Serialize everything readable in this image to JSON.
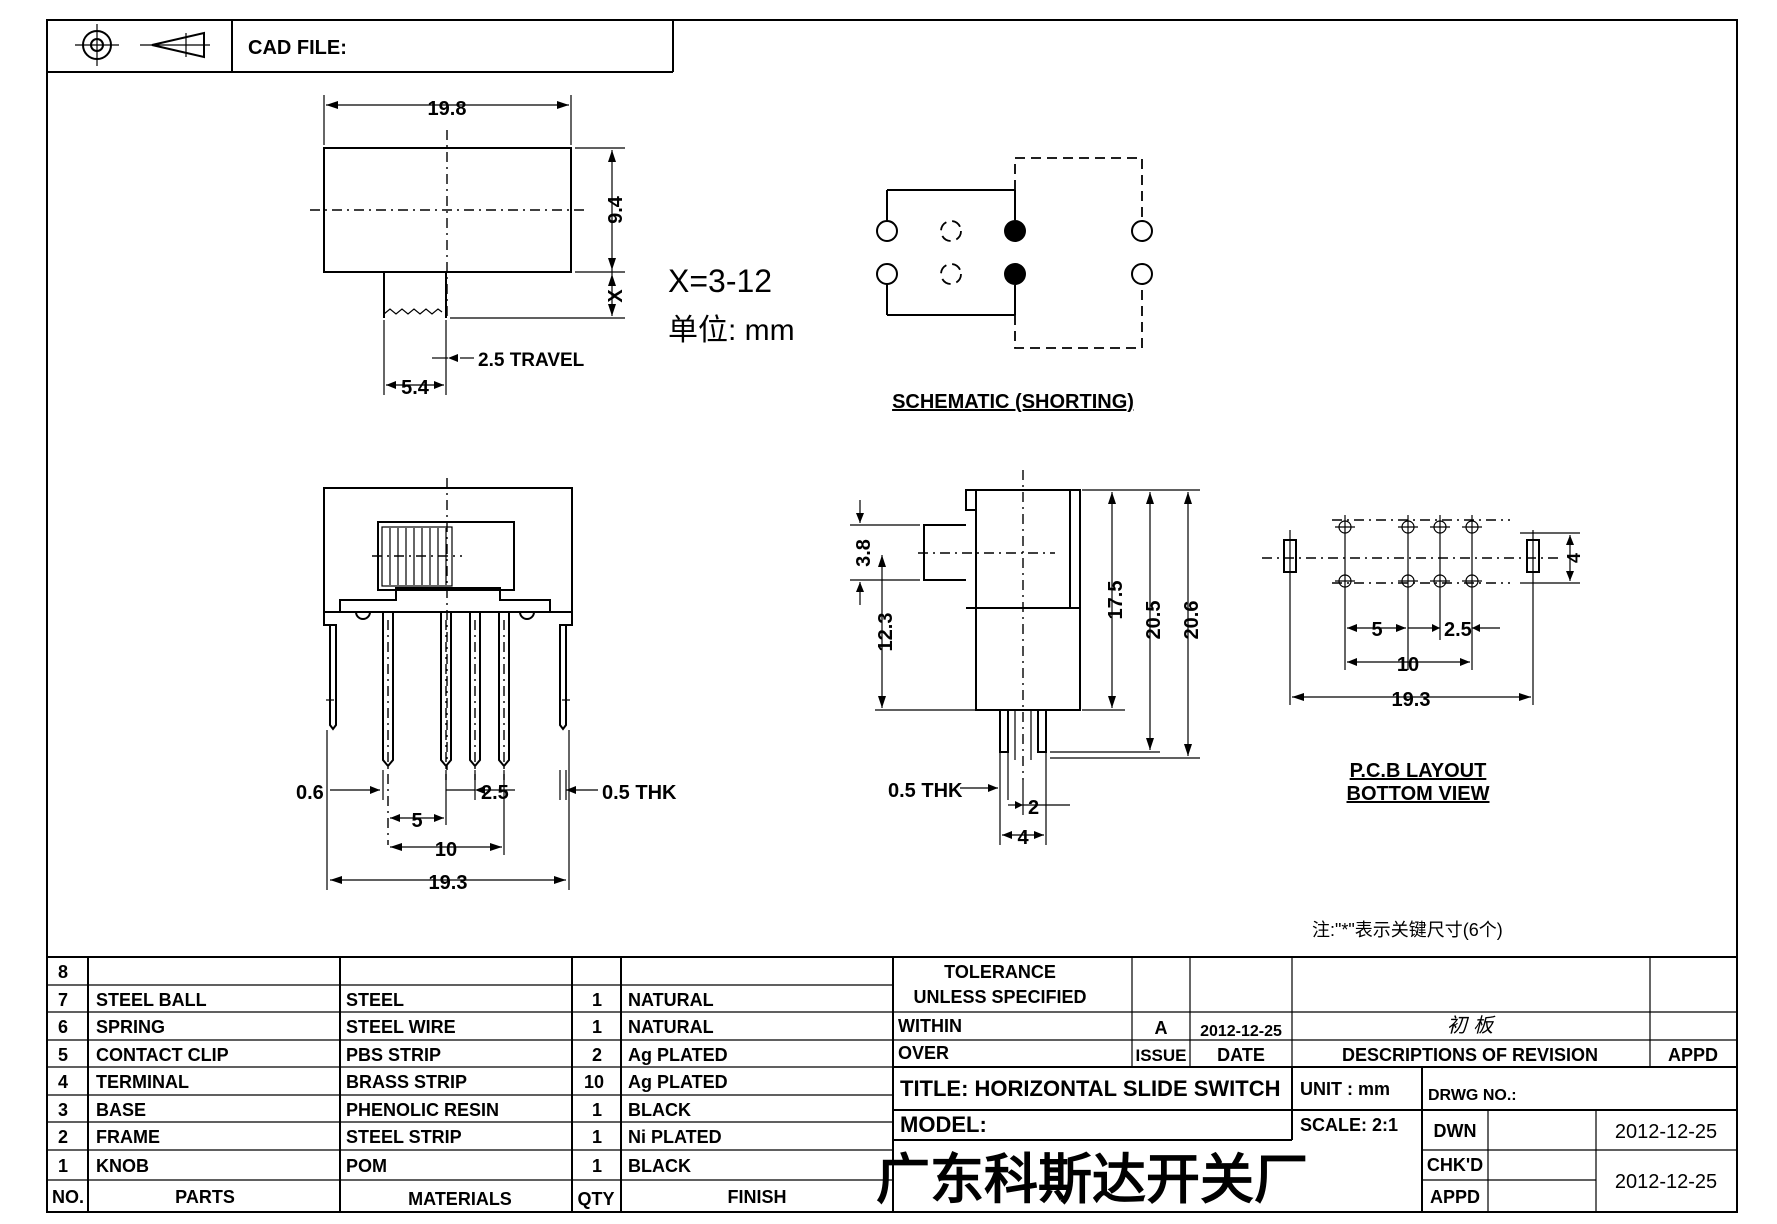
{
  "header": {
    "cad_file_label": "CAD FILE:"
  },
  "drawing": {
    "top_view": {
      "width_dim": "19.8",
      "height_dim": "9.4",
      "x_dim": "X",
      "travel": "2.5 TRAVEL",
      "knob_dim": "5.4"
    },
    "range_note": "X=3-12",
    "unit_note": "单位: mm",
    "schematic_caption": "SCHEMATIC (SHORTING)",
    "front_view": {
      "pin_thk": "0.6",
      "pitch_25": "2.5",
      "thk": "0.5 THK",
      "pitch_5": "5",
      "span_10": "10",
      "overall": "19.3"
    },
    "side_view": {
      "d38": "3.8",
      "d123": "12.3",
      "d175": "17.5",
      "d205": "20.5",
      "d206": "20.6",
      "thk": "0.5 THK",
      "d2": "2",
      "d4": "4"
    },
    "pcb": {
      "d4": "4",
      "d5": "5",
      "d25": "2.5",
      "d10": "10",
      "d193": "19.3",
      "caption_1": "P.C.B LAYOUT",
      "caption_2": "BOTTOM VIEW"
    },
    "key_note": "注:\"*\"表示关键尺寸(6个)"
  },
  "bom": {
    "rows": [
      {
        "no": "8",
        "part": "",
        "material": "",
        "qty": "",
        "finish": ""
      },
      {
        "no": "7",
        "part": "STEEL BALL",
        "material": "STEEL",
        "qty": "1",
        "finish": "NATURAL"
      },
      {
        "no": "6",
        "part": "SPRING",
        "material": "STEEL WIRE",
        "qty": "1",
        "finish": "NATURAL"
      },
      {
        "no": "5",
        "part": "CONTACT CLIP",
        "material": "PBS STRIP",
        "qty": "2",
        "finish": "Ag PLATED"
      },
      {
        "no": "4",
        "part": "TERMINAL",
        "material": "BRASS STRIP",
        "qty": "10",
        "finish": "Ag PLATED"
      },
      {
        "no": "3",
        "part": "BASE",
        "material": "PHENOLIC RESIN",
        "qty": "1",
        "finish": "BLACK"
      },
      {
        "no": "2",
        "part": "FRAME",
        "material": "STEEL STRIP",
        "qty": "1",
        "finish": "Ni PLATED"
      },
      {
        "no": "1",
        "part": "KNOB",
        "material": "POM",
        "qty": "1",
        "finish": "BLACK"
      }
    ],
    "headers": {
      "no": "NO.",
      "parts": "PARTS",
      "materials": "MATERIALS",
      "qty": "QTY",
      "finish": "FINISH"
    }
  },
  "title_block": {
    "tolerance_1": "TOLERANCE",
    "tolerance_2": "UNLESS SPECIFIED",
    "within": "WITHIN",
    "over": "OVER",
    "issue_value": "A",
    "date_value": "2012-12-25",
    "revision_desc": "初 板",
    "issue_label": "ISSUE",
    "date_label": "DATE",
    "desc_label": "DESCRIPTIONS OF REVISION",
    "appd_label": "APPD",
    "title": "TITLE: HORIZONTAL SLIDE SWITCH",
    "unit": "UNIT : mm",
    "drwg_no": "DRWG NO.:",
    "model": "MODEL:",
    "scale": "SCALE: 2:1",
    "company": "广东科斯达开关厂",
    "dwn_label": "DWN",
    "dwn_date": "2012-12-25",
    "chkd_label": "CHK'D",
    "chkd_date": "2012-12-25",
    "appd_row_label": "APPD"
  }
}
